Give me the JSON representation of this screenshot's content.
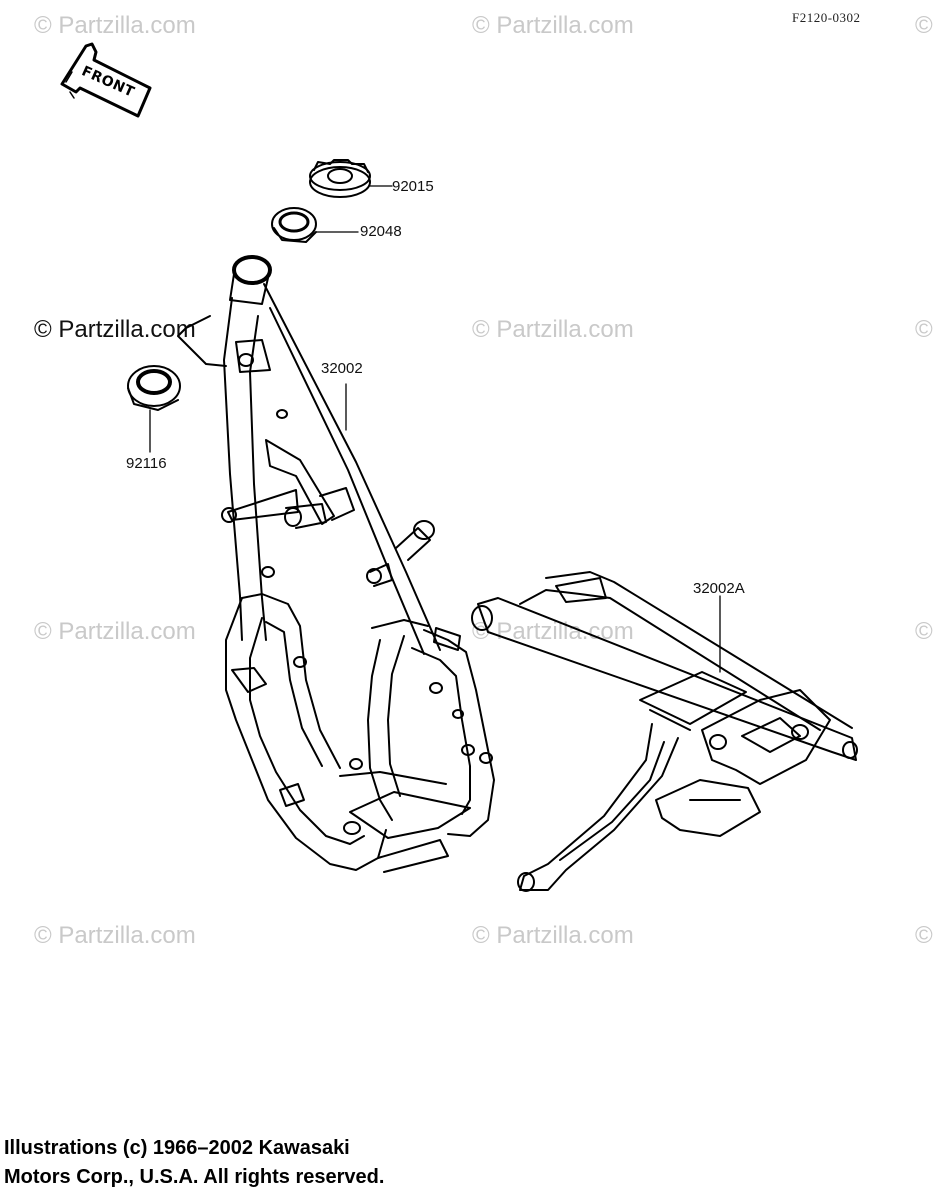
{
  "watermark": {
    "text": "© Partzilla.com",
    "symbol": "©"
  },
  "figure_code": "F2120-0302",
  "front_indicator": "FRONT",
  "parts": {
    "nut": "92015",
    "seal": "92048",
    "frame": "32002",
    "bearing": "92116",
    "subframe": "32002A"
  },
  "copyright": {
    "line1": "Illustrations (c) 1966–2002 Kawasaki",
    "line2": "Motors Corp., U.S.A.  All rights reserved."
  }
}
